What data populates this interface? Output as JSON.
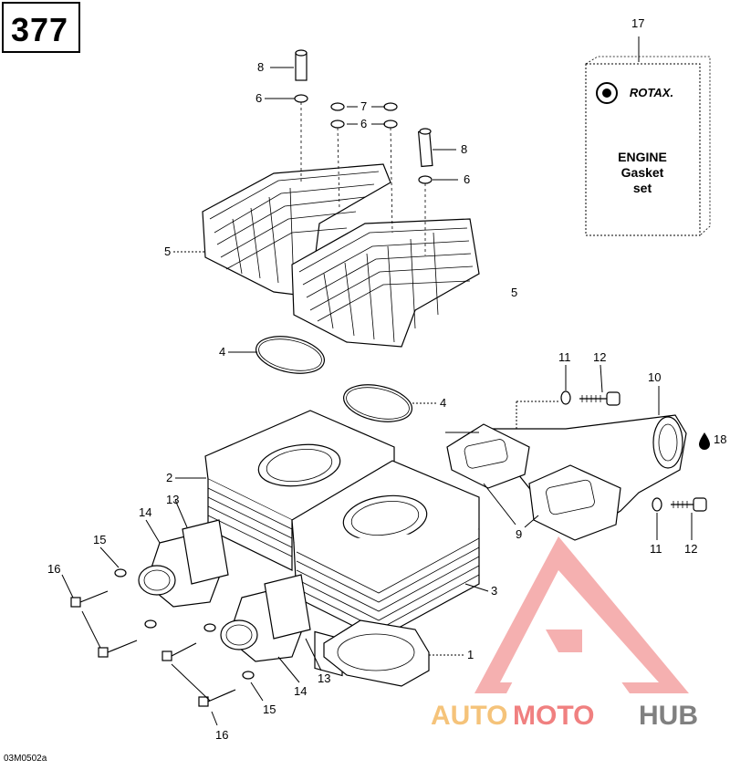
{
  "page_number": "377",
  "reference_code": "03M0502a",
  "callouts": {
    "c1": "1",
    "c2": "2",
    "c3": "3",
    "c4a": "4",
    "c4b": "4",
    "c5a": "5",
    "c5b": "5",
    "c6a": "6",
    "c6b": "6",
    "c6c": "6",
    "c7": "7",
    "c8a": "8",
    "c8b": "8",
    "c9": "9",
    "c10": "10",
    "c11a": "11",
    "c11b": "11",
    "c12a": "12",
    "c12b": "12",
    "c13a": "13",
    "c13b": "13",
    "c14a": "14",
    "c14b": "14",
    "c15a": "15",
    "c15b": "15",
    "c16a": "16",
    "c16b": "16",
    "c17": "17",
    "c18": "18"
  },
  "gasket_box": {
    "brand": "ROTAX.",
    "line1": "ENGINE",
    "line2": "Gasket",
    "line3": "set"
  },
  "watermark": {
    "part1": "AUTO",
    "part2": "MOTO",
    "part3": "HUB",
    "color_primary": "#f08080",
    "color_secondary": "#f5c37a",
    "color_tertiary": "#808080"
  }
}
